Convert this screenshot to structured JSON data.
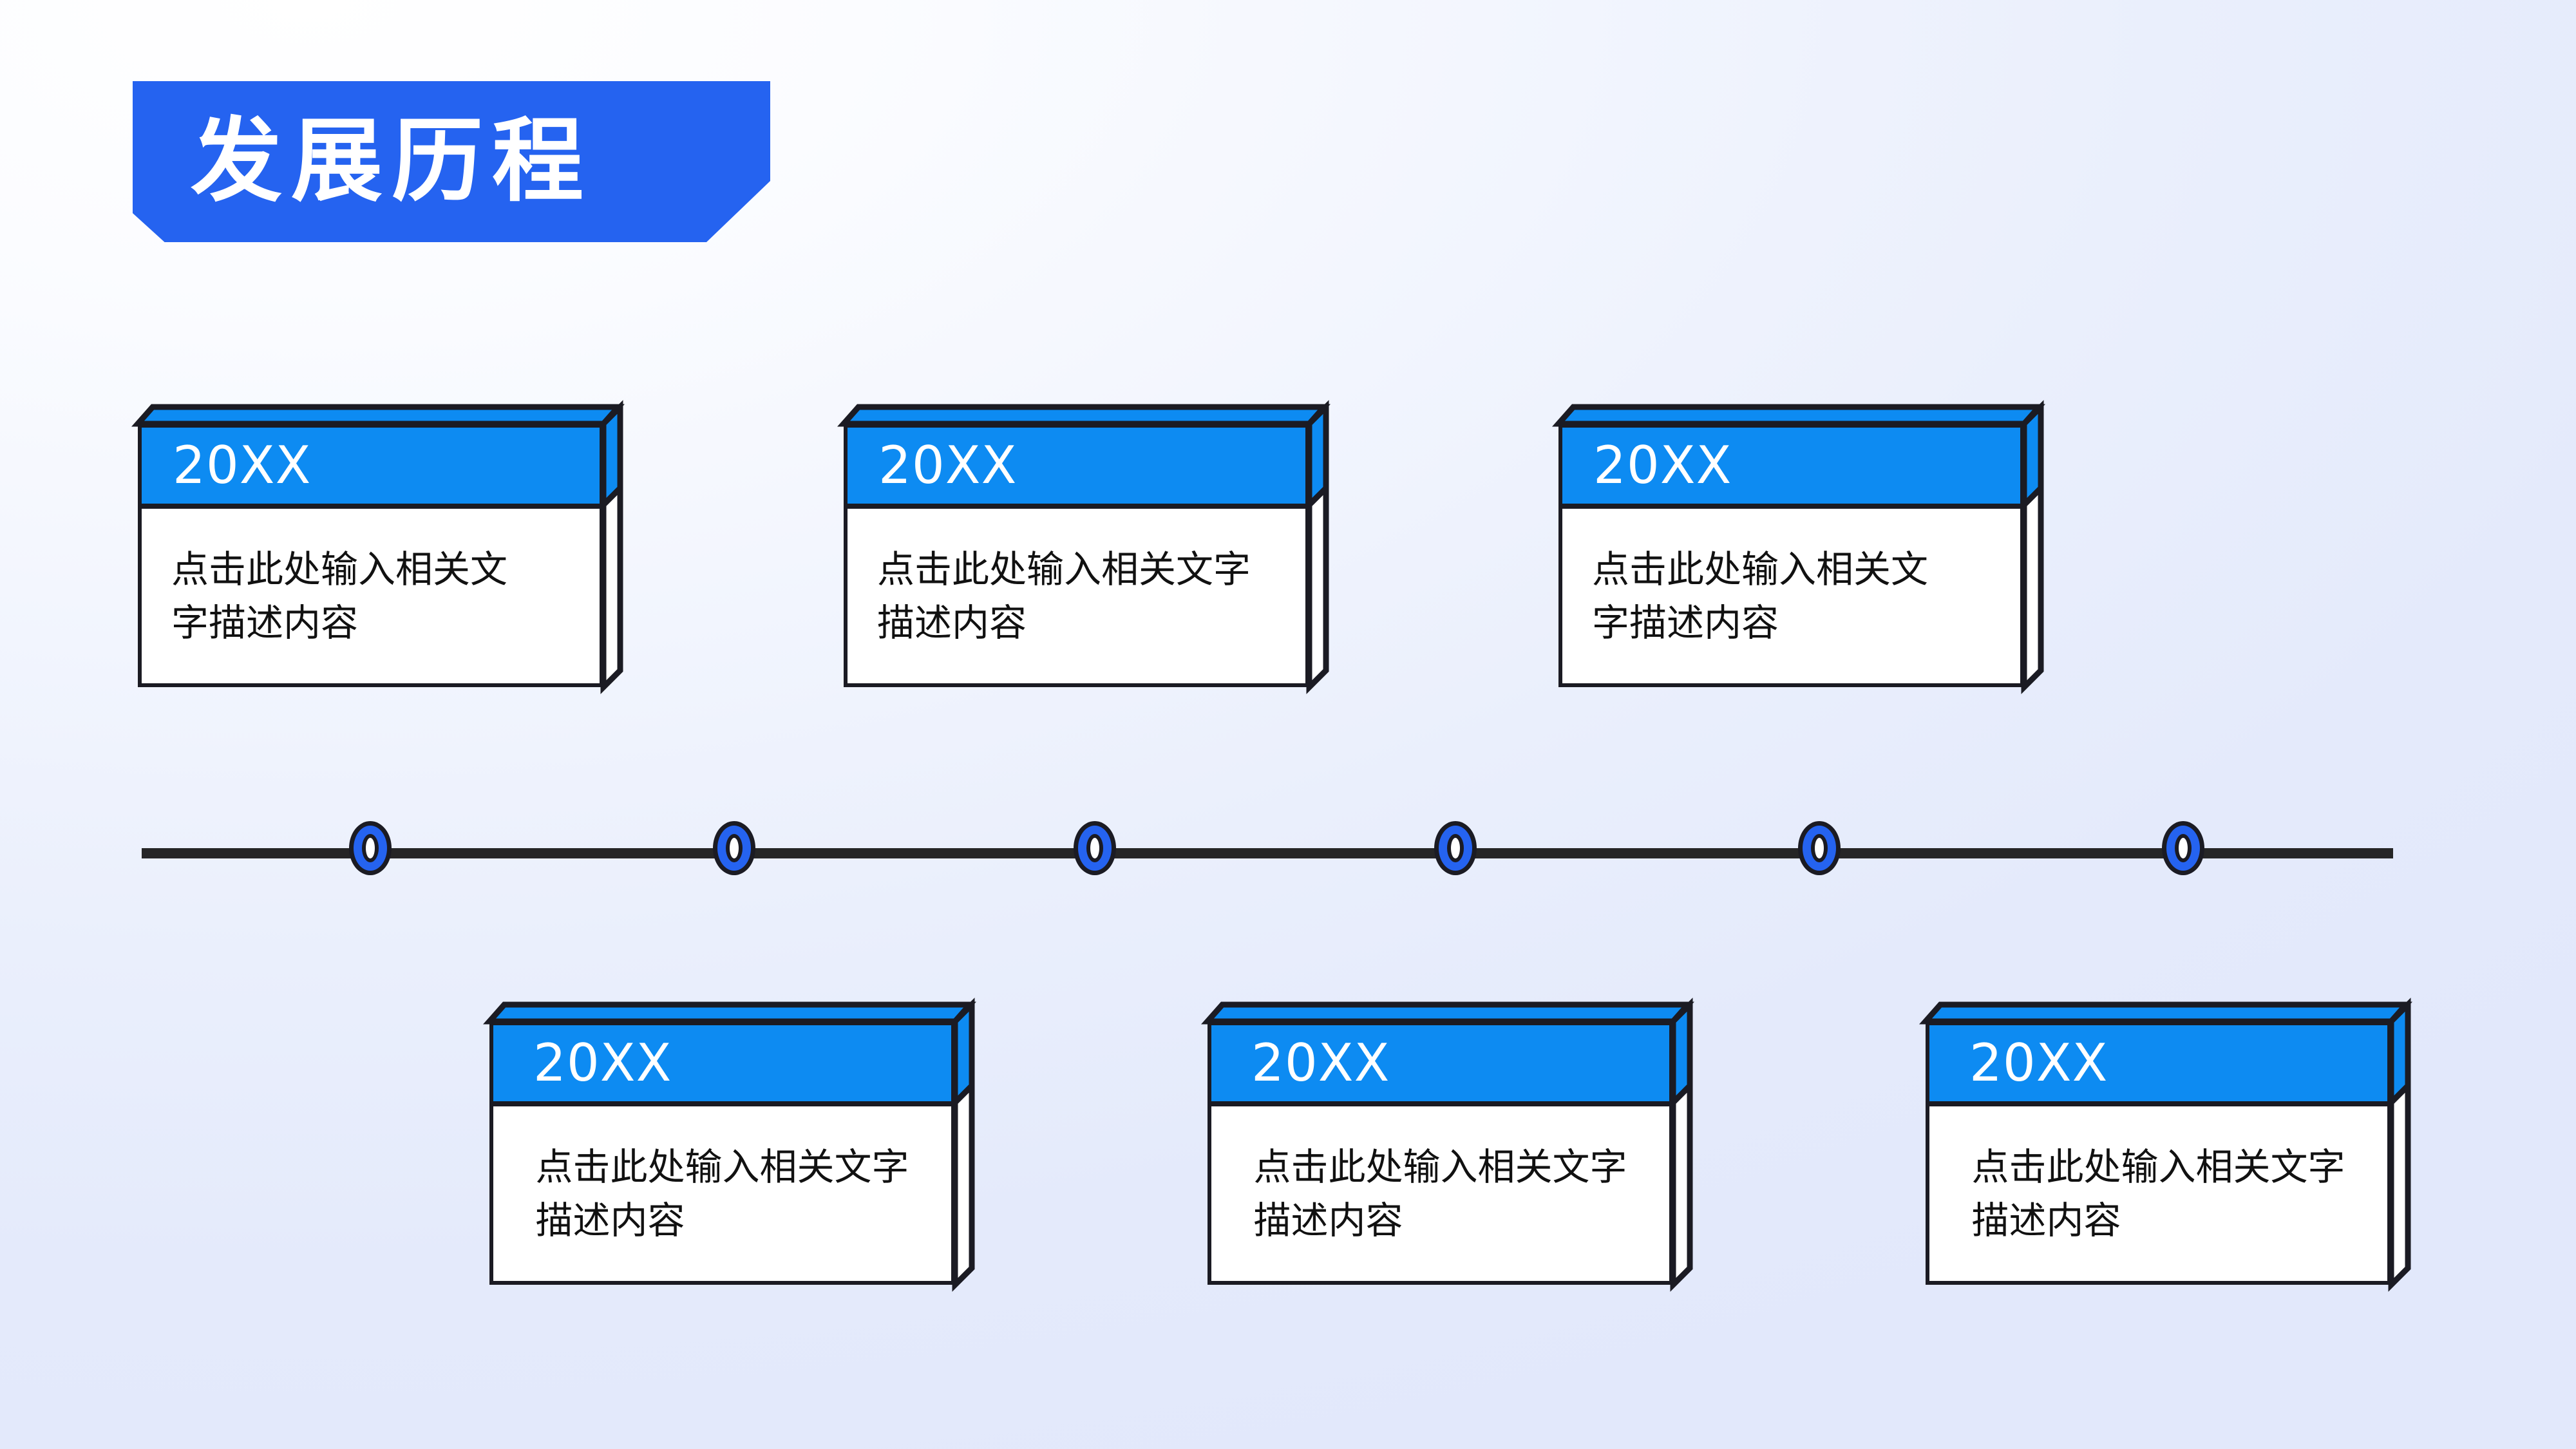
{
  "slide": {
    "title": "发展历程",
    "accent_color": "#2563f0",
    "card_header_color": "#0d8bf2",
    "outline_color": "#1b1b23",
    "background": "linear white to light periwinkle #e2e8fb"
  },
  "timeline": {
    "line_color": "#262626",
    "dot_fill": "#2563f0",
    "dot_core": "#ffffff",
    "dots": [
      {
        "label": "milestone-1"
      },
      {
        "label": "milestone-2"
      },
      {
        "label": "milestone-3"
      },
      {
        "label": "milestone-4"
      },
      {
        "label": "milestone-5"
      },
      {
        "label": "milestone-6"
      }
    ]
  },
  "cards_top": [
    {
      "year": "20XX",
      "desc": "点击此处输入相关文\n字描述内容"
    },
    {
      "year": "20XX",
      "desc": "点击此处输入相关文字\n描述内容"
    },
    {
      "year": "20XX",
      "desc": "点击此处输入相关文\n字描述内容"
    }
  ],
  "cards_bottom": [
    {
      "year": "20XX",
      "desc": "点击此处输入相关文字\n描述内容"
    },
    {
      "year": "20XX",
      "desc": "点击此处输入相关文字\n描述内容"
    },
    {
      "year": "20XX",
      "desc": "点击此处输入相关文字\n描述内容"
    }
  ]
}
